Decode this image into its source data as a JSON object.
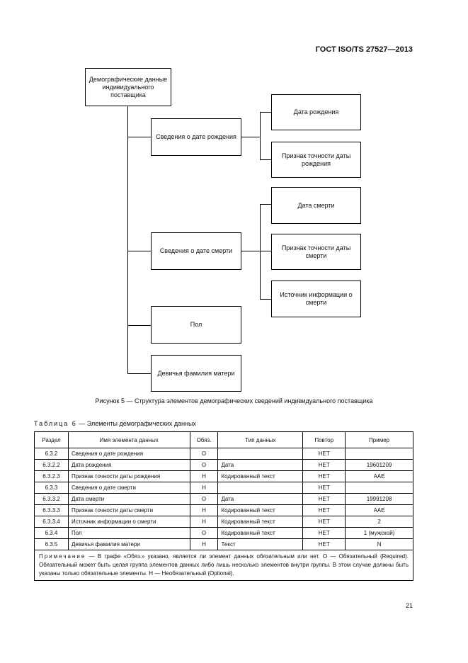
{
  "header": {
    "standard": "ГОСТ ISO/TS 27527—2013"
  },
  "diagram": {
    "root": "Демографические данные индивидуального поставщика",
    "birth_group": "Сведения о дате рождения",
    "birth_date": "Дата рождения",
    "birth_accuracy": "Признак точности даты рождения",
    "death_group": "Сведения о дате смерти",
    "death_date": "Дата смерти",
    "death_accuracy": "Признак точности даты смерти",
    "death_source": "Источник информации о смерти",
    "sex": "Пол",
    "maiden_name": "Девичья фамилия матери"
  },
  "figure_caption": "Рисунок 5 — Структура элементов демографических сведений индивидуального поставщика",
  "table": {
    "title_prefix": "Таблица 6",
    "title_rest": " — Элементы демографических данных",
    "headers": {
      "section": "Раздел",
      "name": "Имя элемента данных",
      "obl": "Обяз.",
      "type": "Тип данных",
      "repeat": "Повтор",
      "example": "Пример"
    },
    "rows": [
      {
        "section": "6.3.2",
        "name": "Сведения о дате рождения",
        "obl": "О",
        "type": "",
        "repeat": "НЕТ",
        "example": ""
      },
      {
        "section": "6.3.2.2",
        "name": "Дата рождения",
        "obl": "О",
        "type": "Дата",
        "repeat": "НЕТ",
        "example": "19601209"
      },
      {
        "section": "6.3.2.3",
        "name": "Признак точности даты рождения",
        "obl": "Н",
        "type": "Кодированный текст",
        "repeat": "НЕТ",
        "example": "AAE"
      },
      {
        "section": "6.3.3",
        "name": "Сведения о дате смерти",
        "obl": "Н",
        "type": "",
        "repeat": "НЕТ",
        "example": ""
      },
      {
        "section": "6.3.3.2",
        "name": "Дата смерти",
        "obl": "О",
        "type": "Дата",
        "repeat": "НЕТ",
        "example": "19991208"
      },
      {
        "section": "6.3.3.3",
        "name": "Признак точности даты смерти",
        "obl": "Н",
        "type": "Кодированный текст",
        "repeat": "НЕТ",
        "example": "AAE"
      },
      {
        "section": "6.3.3.4",
        "name": "Источник информации о смерти",
        "obl": "Н",
        "type": "Кодированный текст",
        "repeat": "НЕТ",
        "example": "2"
      },
      {
        "section": "6.3.4",
        "name": "Пол",
        "obl": "О",
        "type": "Кодированный текст",
        "repeat": "НЕТ",
        "example": "1 (мужской)"
      },
      {
        "section": "6.3.5",
        "name": "Девичья фамилия матери",
        "obl": "Н",
        "type": "Текст",
        "repeat": "НЕТ",
        "example": "N"
      }
    ],
    "note_label": "Примечание",
    "note_text": " — В графе «Обяз.» указано, является ли элемент данных обязательным или нет. О — Обязательный (Required). Обязательный может быть целая группа элементов данных либо лишь несколько элементов внутри группы. В этом случае должны быть указаны только обязательные элементы. Н — Необязательный (Optional)."
  },
  "page_number": "21"
}
